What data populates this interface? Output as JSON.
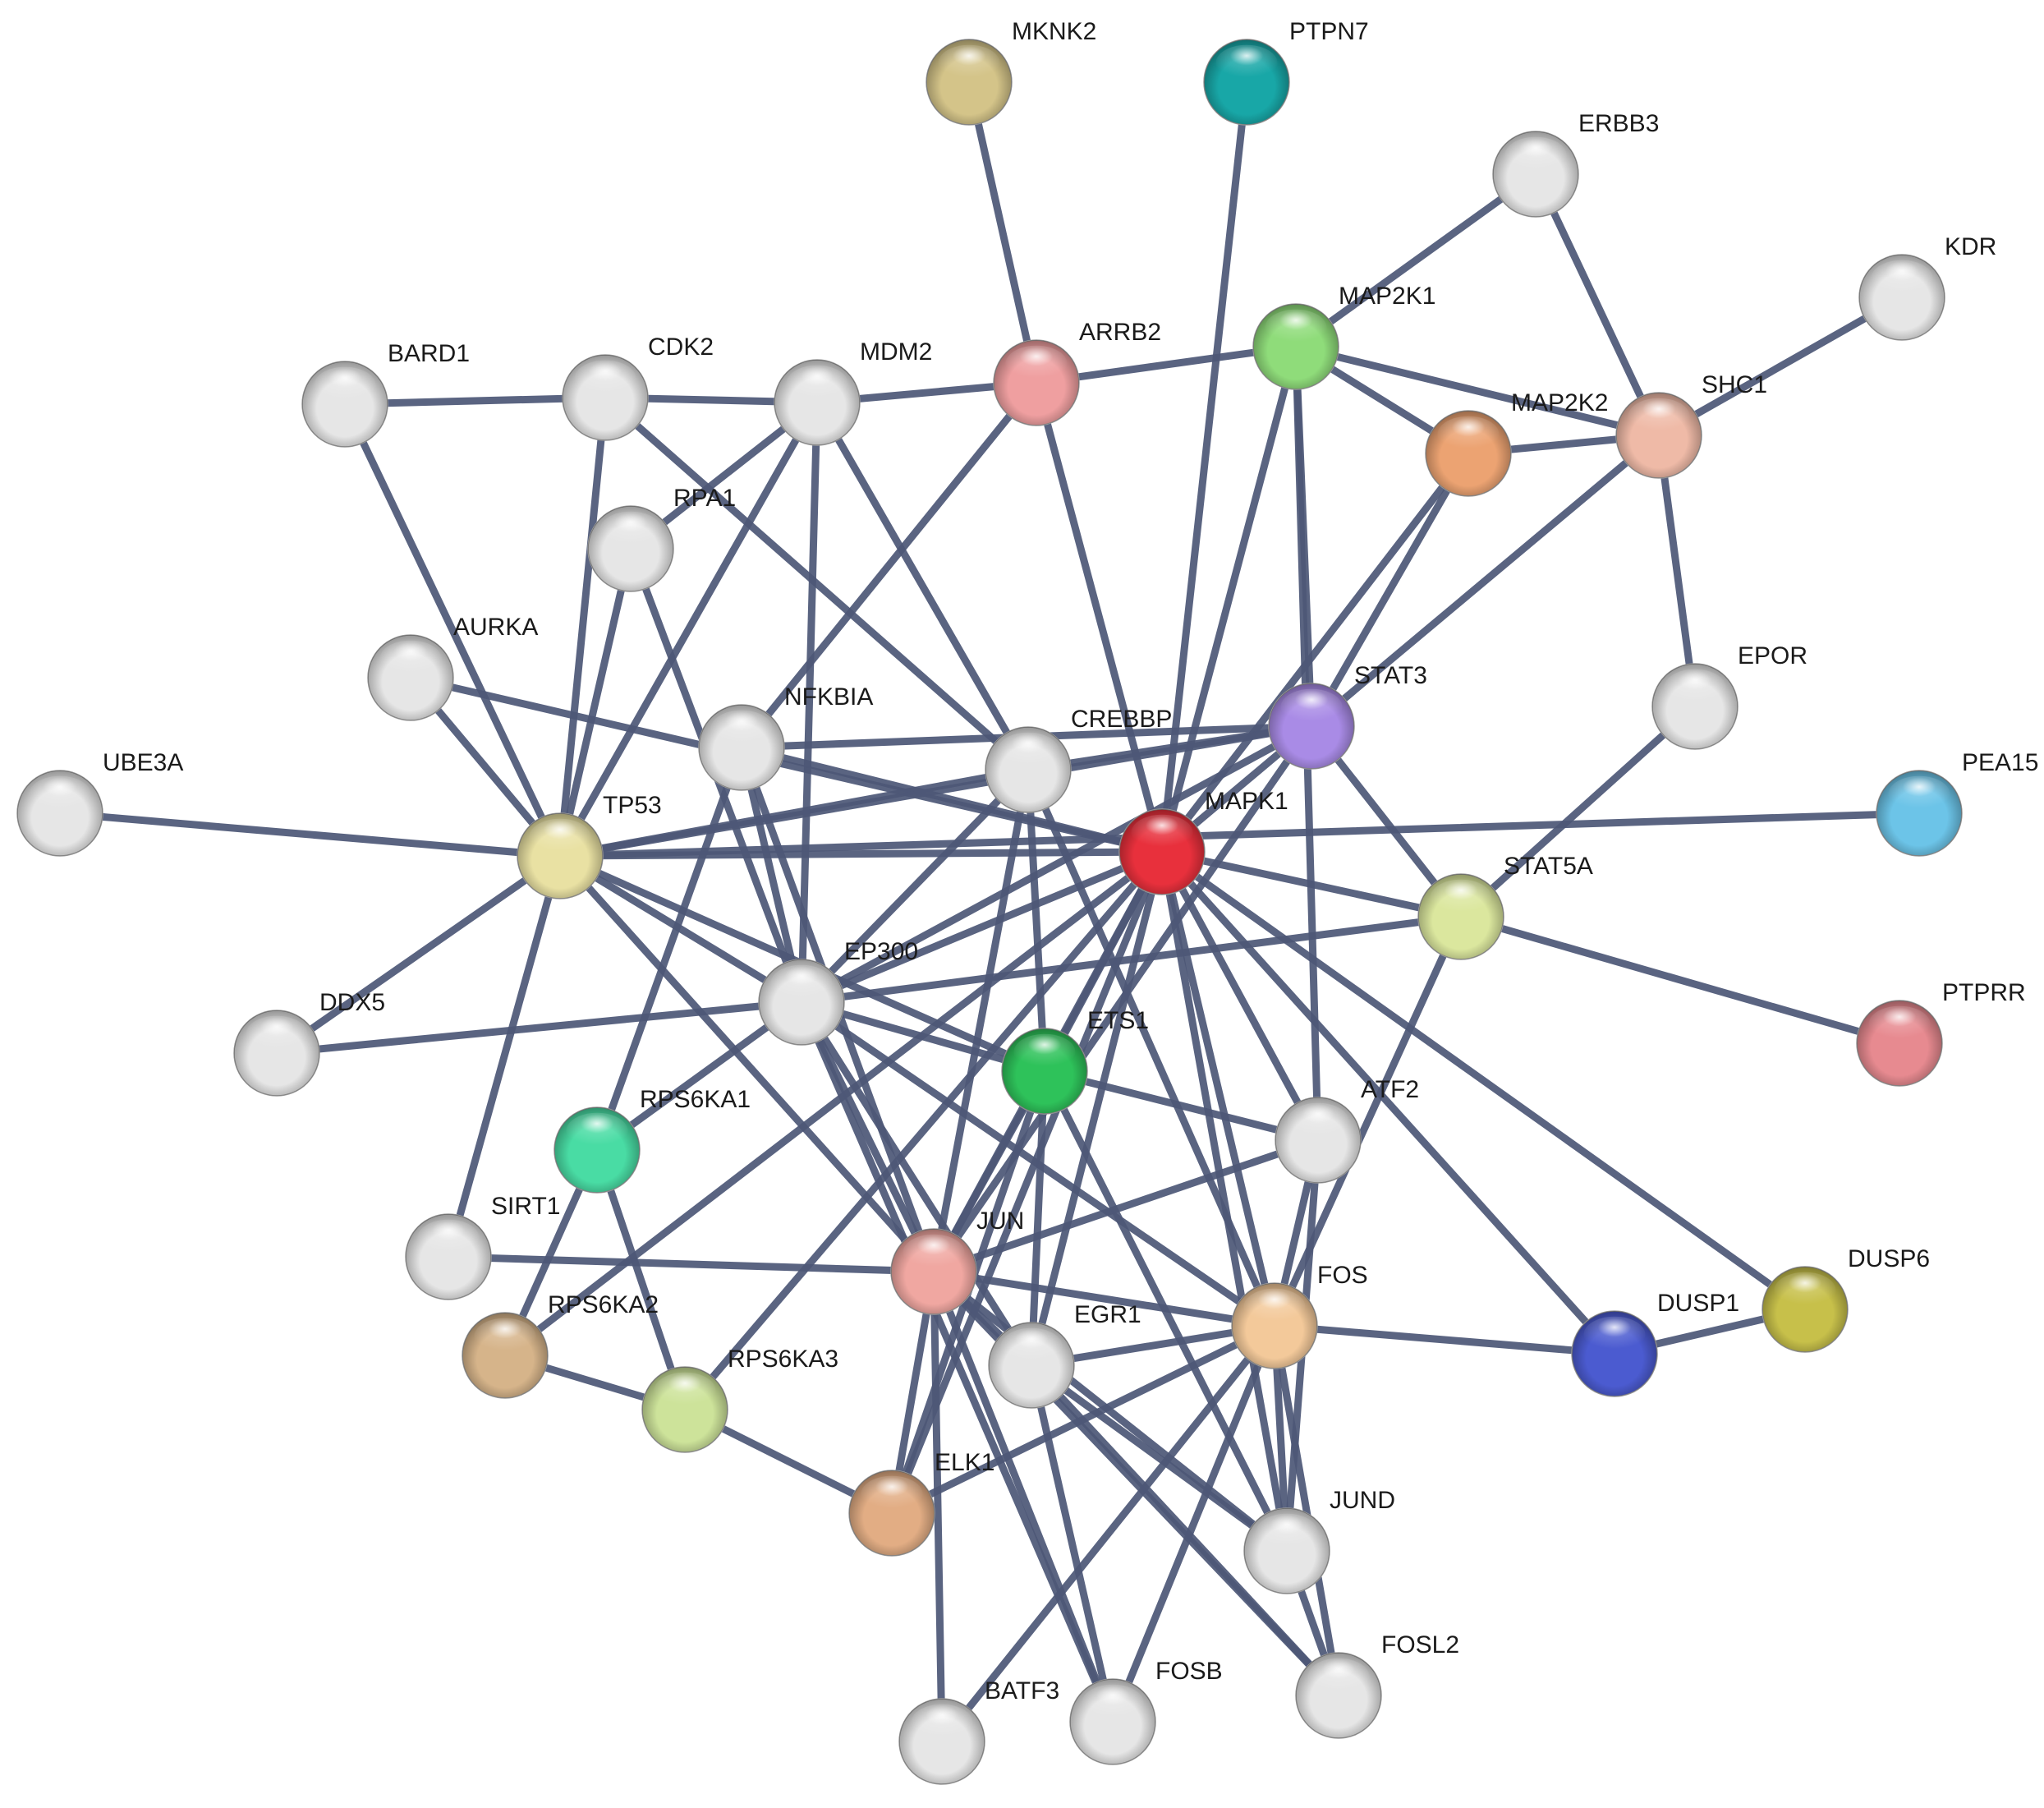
{
  "nodes": [
    {
      "id": "MKNK2",
      "label": "MKNK2",
      "color": "#d4c489"
    },
    {
      "id": "PTPN7",
      "label": "PTPN7",
      "color": "#18a7a7"
    },
    {
      "id": "ERBB3",
      "label": "ERBB3",
      "color": "#e6e6e6"
    },
    {
      "id": "KDR",
      "label": "KDR",
      "color": "#e6e6e6"
    },
    {
      "id": "MAP2K1",
      "label": "MAP2K1",
      "color": "#8fdc7a"
    },
    {
      "id": "ARRB2",
      "label": "ARRB2",
      "color": "#ef9fa0"
    },
    {
      "id": "MAP2K2",
      "label": "MAP2K2",
      "color": "#eca372"
    },
    {
      "id": "SHC1",
      "label": "SHC1",
      "color": "#efbaa7"
    },
    {
      "id": "BARD1",
      "label": "BARD1",
      "color": "#e6e6e6"
    },
    {
      "id": "CDK2",
      "label": "CDK2",
      "color": "#e6e6e6"
    },
    {
      "id": "MDM2",
      "label": "MDM2",
      "color": "#e6e6e6"
    },
    {
      "id": "RPA1",
      "label": "RPA1",
      "color": "#e6e6e6"
    },
    {
      "id": "AURKA",
      "label": "AURKA",
      "color": "#e6e6e6"
    },
    {
      "id": "NFKBIA",
      "label": "NFKBIA",
      "color": "#e6e6e6"
    },
    {
      "id": "CREBBP",
      "label": "CREBBP",
      "color": "#e6e6e6"
    },
    {
      "id": "STAT3",
      "label": "STAT3",
      "color": "#a98be6"
    },
    {
      "id": "EPOR",
      "label": "EPOR",
      "color": "#e6e6e6"
    },
    {
      "id": "PEA15",
      "label": "PEA15",
      "color": "#6cc4e8"
    },
    {
      "id": "UBE3A",
      "label": "UBE3A",
      "color": "#e6e6e6"
    },
    {
      "id": "TP53",
      "label": "TP53",
      "color": "#e9e1a3"
    },
    {
      "id": "MAPK1",
      "label": "MAPK1",
      "color": "#e8303c"
    },
    {
      "id": "STAT5A",
      "label": "STAT5A",
      "color": "#dbe79e"
    },
    {
      "id": "EP300",
      "label": "EP300",
      "color": "#e6e6e6"
    },
    {
      "id": "DDX5",
      "label": "DDX5",
      "color": "#e6e6e6"
    },
    {
      "id": "ETS1",
      "label": "ETS1",
      "color": "#2ec25a"
    },
    {
      "id": "PTPRR",
      "label": "PTPRR",
      "color": "#e78a90"
    },
    {
      "id": "RPS6KA1",
      "label": "RPS6KA1",
      "color": "#49dca4"
    },
    {
      "id": "ATF2",
      "label": "ATF2",
      "color": "#e6e6e6"
    },
    {
      "id": "SIRT1",
      "label": "SIRT1",
      "color": "#e6e6e6"
    },
    {
      "id": "JUN",
      "label": "JUN",
      "color": "#f0a7a1"
    },
    {
      "id": "DUSP6",
      "label": "DUSP6",
      "color": "#c7c04a"
    },
    {
      "id": "FOS",
      "label": "FOS",
      "color": "#f3c99a"
    },
    {
      "id": "DUSP1",
      "label": "DUSP1",
      "color": "#4b5bd0"
    },
    {
      "id": "RPS6KA2",
      "label": "RPS6KA2",
      "color": "#d6b48a"
    },
    {
      "id": "EGR1",
      "label": "EGR1",
      "color": "#e6e6e6"
    },
    {
      "id": "RPS6KA3",
      "label": "RPS6KA3",
      "color": "#cde39a"
    },
    {
      "id": "ELK1",
      "label": "ELK1",
      "color": "#e2ad84"
    },
    {
      "id": "JUND",
      "label": "JUND",
      "color": "#e6e6e6"
    },
    {
      "id": "FOSL2",
      "label": "FOSL2",
      "color": "#e6e6e6"
    },
    {
      "id": "BATF3",
      "label": "BATF3",
      "color": "#e6e6e6"
    },
    {
      "id": "FOSB",
      "label": "FOSB",
      "color": "#e6e6e6"
    }
  ],
  "edges": [
    [
      "MKNK2",
      "ARRB2"
    ],
    [
      "PTPN7",
      "MAPK1"
    ],
    [
      "ERBB3",
      "MAP2K1"
    ],
    [
      "ERBB3",
      "SHC1"
    ],
    [
      "KDR",
      "SHC1"
    ],
    [
      "ARRB2",
      "MAP2K1"
    ],
    [
      "ARRB2",
      "MDM2"
    ],
    [
      "ARRB2",
      "MAPK1"
    ],
    [
      "ARRB2",
      "NFKBIA"
    ],
    [
      "MAP2K1",
      "MAP2K2"
    ],
    [
      "MAP2K1",
      "SHC1"
    ],
    [
      "MAP2K1",
      "MAPK1"
    ],
    [
      "MAP2K1",
      "STAT3"
    ],
    [
      "MAP2K1",
      "ATF2"
    ],
    [
      "MAP2K2",
      "SHC1"
    ],
    [
      "MAP2K2",
      "MAPK1"
    ],
    [
      "MAP2K2",
      "STAT3"
    ],
    [
      "SHC1",
      "STAT3"
    ],
    [
      "SHC1",
      "EPOR"
    ],
    [
      "EPOR",
      "STAT5A"
    ],
    [
      "BARD1",
      "CDK2"
    ],
    [
      "BARD1",
      "TP53"
    ],
    [
      "CDK2",
      "MDM2"
    ],
    [
      "CDK2",
      "TP53"
    ],
    [
      "CDK2",
      "CREBBP"
    ],
    [
      "MDM2",
      "TP53"
    ],
    [
      "MDM2",
      "EP300"
    ],
    [
      "MDM2",
      "CREBBP"
    ],
    [
      "MDM2",
      "RPA1"
    ],
    [
      "RPA1",
      "TP53"
    ],
    [
      "RPA1",
      "EP300"
    ],
    [
      "AURKA",
      "TP53"
    ],
    [
      "AURKA",
      "MAPK1"
    ],
    [
      "NFKBIA",
      "MAPK1"
    ],
    [
      "NFKBIA",
      "EP300"
    ],
    [
      "NFKBIA",
      "JUN"
    ],
    [
      "NFKBIA",
      "RPS6KA1"
    ],
    [
      "NFKBIA",
      "STAT3"
    ],
    [
      "CREBBP",
      "TP53"
    ],
    [
      "CREBBP",
      "STAT3"
    ],
    [
      "CREBBP",
      "ETS1"
    ],
    [
      "CREBBP",
      "JUN"
    ],
    [
      "CREBBP",
      "FOS"
    ],
    [
      "CREBBP",
      "EP300"
    ],
    [
      "STAT3",
      "TP53"
    ],
    [
      "STAT3",
      "EP300"
    ],
    [
      "STAT3",
      "MAPK1"
    ],
    [
      "STAT3",
      "JUN"
    ],
    [
      "STAT3",
      "STAT5A"
    ],
    [
      "UBE3A",
      "TP53"
    ],
    [
      "TP53",
      "PEA15"
    ],
    [
      "TP53",
      "EP300"
    ],
    [
      "TP53",
      "MAPK1"
    ],
    [
      "TP53",
      "JUN"
    ],
    [
      "TP53",
      "DDX5"
    ],
    [
      "TP53",
      "SIRT1"
    ],
    [
      "TP53",
      "ETS1"
    ],
    [
      "MAPK1",
      "STAT5A"
    ],
    [
      "MAPK1",
      "EP300"
    ],
    [
      "MAPK1",
      "ETS1"
    ],
    [
      "MAPK1",
      "JUN"
    ],
    [
      "MAPK1",
      "FOS"
    ],
    [
      "MAPK1",
      "ATF2"
    ],
    [
      "MAPK1",
      "ELK1"
    ],
    [
      "MAPK1",
      "EGR1"
    ],
    [
      "MAPK1",
      "DUSP1"
    ],
    [
      "MAPK1",
      "DUSP6"
    ],
    [
      "MAPK1",
      "RPS6KA2"
    ],
    [
      "MAPK1",
      "RPS6KA3"
    ],
    [
      "MAPK1",
      "JUND"
    ],
    [
      "STAT5A",
      "PTPRR"
    ],
    [
      "STAT5A",
      "EP300"
    ],
    [
      "STAT5A",
      "FOS"
    ],
    [
      "EP300",
      "DDX5"
    ],
    [
      "EP300",
      "ETS1"
    ],
    [
      "EP300",
      "JUN"
    ],
    [
      "EP300",
      "FOS"
    ],
    [
      "EP300",
      "RPS6KA1"
    ],
    [
      "EP300",
      "EGR1"
    ],
    [
      "EP300",
      "FOSB"
    ],
    [
      "ETS1",
      "ATF2"
    ],
    [
      "ETS1",
      "JUN"
    ],
    [
      "ETS1",
      "EGR1"
    ],
    [
      "ETS1",
      "JUND"
    ],
    [
      "ETS1",
      "ELK1"
    ],
    [
      "RPS6KA1",
      "RPS6KA2"
    ],
    [
      "RPS6KA1",
      "RPS6KA3"
    ],
    [
      "ATF2",
      "JUN"
    ],
    [
      "ATF2",
      "FOS"
    ],
    [
      "ATF2",
      "JUND"
    ],
    [
      "SIRT1",
      "JUN"
    ],
    [
      "JUN",
      "FOS"
    ],
    [
      "JUN",
      "ELK1"
    ],
    [
      "JUN",
      "JUND"
    ],
    [
      "JUN",
      "BATF3"
    ],
    [
      "JUN",
      "FOSB"
    ],
    [
      "JUN",
      "FOSL2"
    ],
    [
      "JUN",
      "EGR1"
    ],
    [
      "FOS",
      "DUSP1"
    ],
    [
      "FOS",
      "EGR1"
    ],
    [
      "FOS",
      "ELK1"
    ],
    [
      "FOS",
      "JUND"
    ],
    [
      "FOS",
      "FOSB"
    ],
    [
      "FOS",
      "BATF3"
    ],
    [
      "FOS",
      "FOSL2"
    ],
    [
      "DUSP1",
      "DUSP6"
    ],
    [
      "RPS6KA2",
      "RPS6KA3"
    ],
    [
      "RPS6KA3",
      "ELK1"
    ],
    [
      "EGR1",
      "JUND"
    ],
    [
      "EGR1",
      "FOSB"
    ],
    [
      "EGR1",
      "FOSL2"
    ],
    [
      "JUND",
      "FOSL2"
    ]
  ]
}
